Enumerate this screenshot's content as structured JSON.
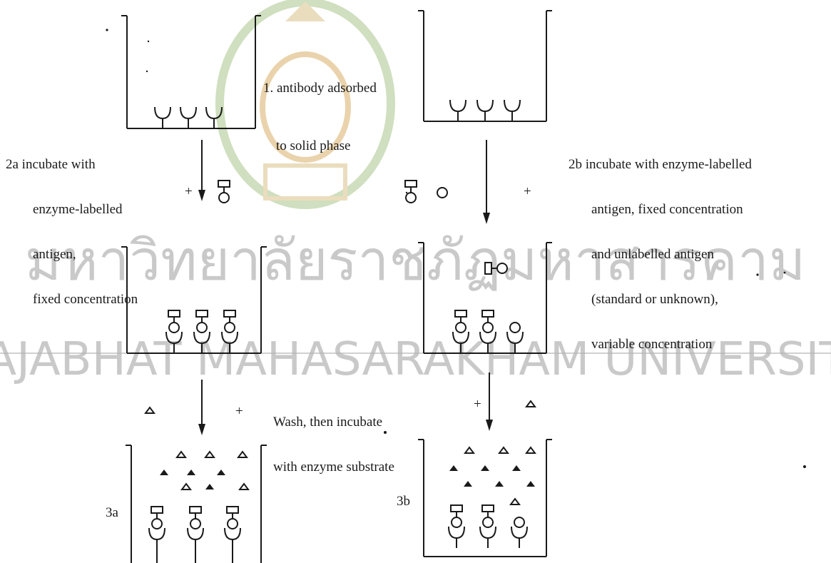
{
  "labels": {
    "step1": [
      "1. antibody adsorbed",
      "to solid phase"
    ],
    "step2a": [
      "2a incubate with",
      "enzyme-labelled",
      "antigen,",
      "fixed concentration"
    ],
    "step2b": [
      "2b incubate with enzyme-labelled",
      "antigen, fixed concentration",
      "and unlabelled antigen",
      "(standard or unknown),",
      "variable concentration"
    ],
    "wash": [
      "Wash, then incubate",
      "with enzyme substrate"
    ],
    "plus": "+",
    "well_3a": "3a",
    "well_3b": "3b"
  },
  "watermark": {
    "thai": "มหาวิทยาลัยราชภัฏมหาสารคาม",
    "english": "RAJABHAT MAHASARAKHAM UNIVERSITY"
  },
  "colors": {
    "ink": "#1a1a1a",
    "watermark_text": "#c9c9c9",
    "watermark_seal": "#a8c58c"
  }
}
